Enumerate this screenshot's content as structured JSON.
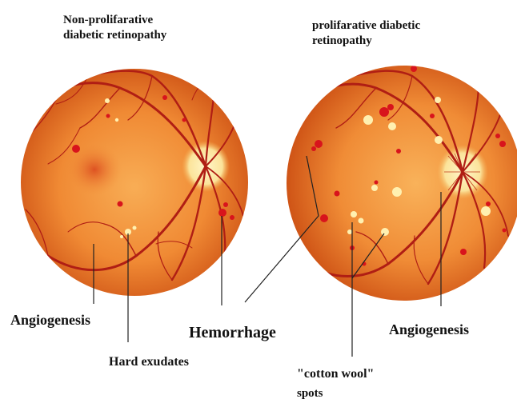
{
  "titles": {
    "left_line1": "Non-prolifarative",
    "left_line2": "diabetic retinopathy",
    "right_line1": "prolifarative diabetic",
    "right_line2": "retinopathy"
  },
  "labels": {
    "angiogenesis_left": "Angiogenesis",
    "hard_exudates": "Hard exudates",
    "hemorrhage": "Hemorrhage",
    "angiogenesis_right": "Angiogenesis",
    "cotton_wool_line1": "\"cotton wool\"",
    "cotton_wool_line2": "spots"
  },
  "colors": {
    "retina_center": "#f7a04a",
    "retina_edge": "#d85a18",
    "vessel": "#b01e14",
    "hemorrhage": "#d8141c",
    "exudate": "#fff0b0",
    "optic_disc": "#fbe9a6"
  }
}
